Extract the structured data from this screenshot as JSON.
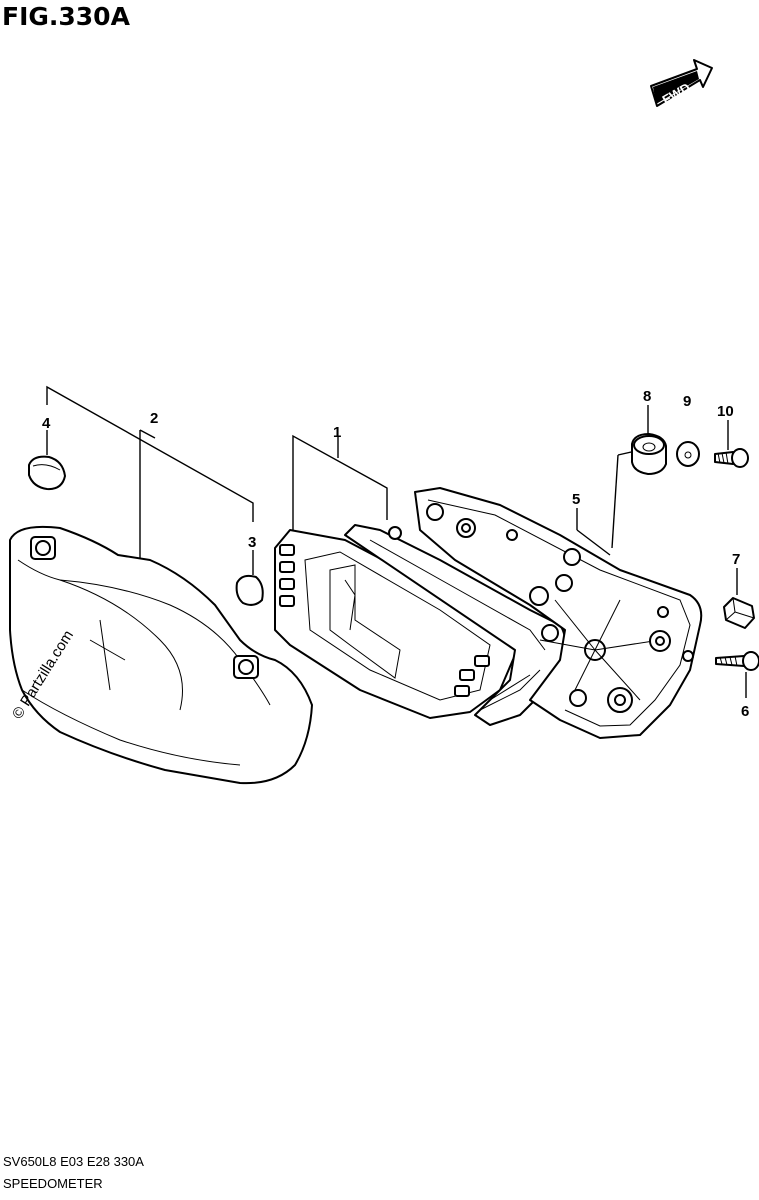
{
  "figure": {
    "title": "FIG.330A",
    "fwd_label": "FWD",
    "footer_code": "SV650L8 E03 E28 330A",
    "footer_name": "SPEEDOMETER",
    "watermark": "© Partzilla.com"
  },
  "callouts": [
    "1",
    "2",
    "3",
    "4",
    "5",
    "6",
    "7",
    "8",
    "9",
    "10"
  ]
}
